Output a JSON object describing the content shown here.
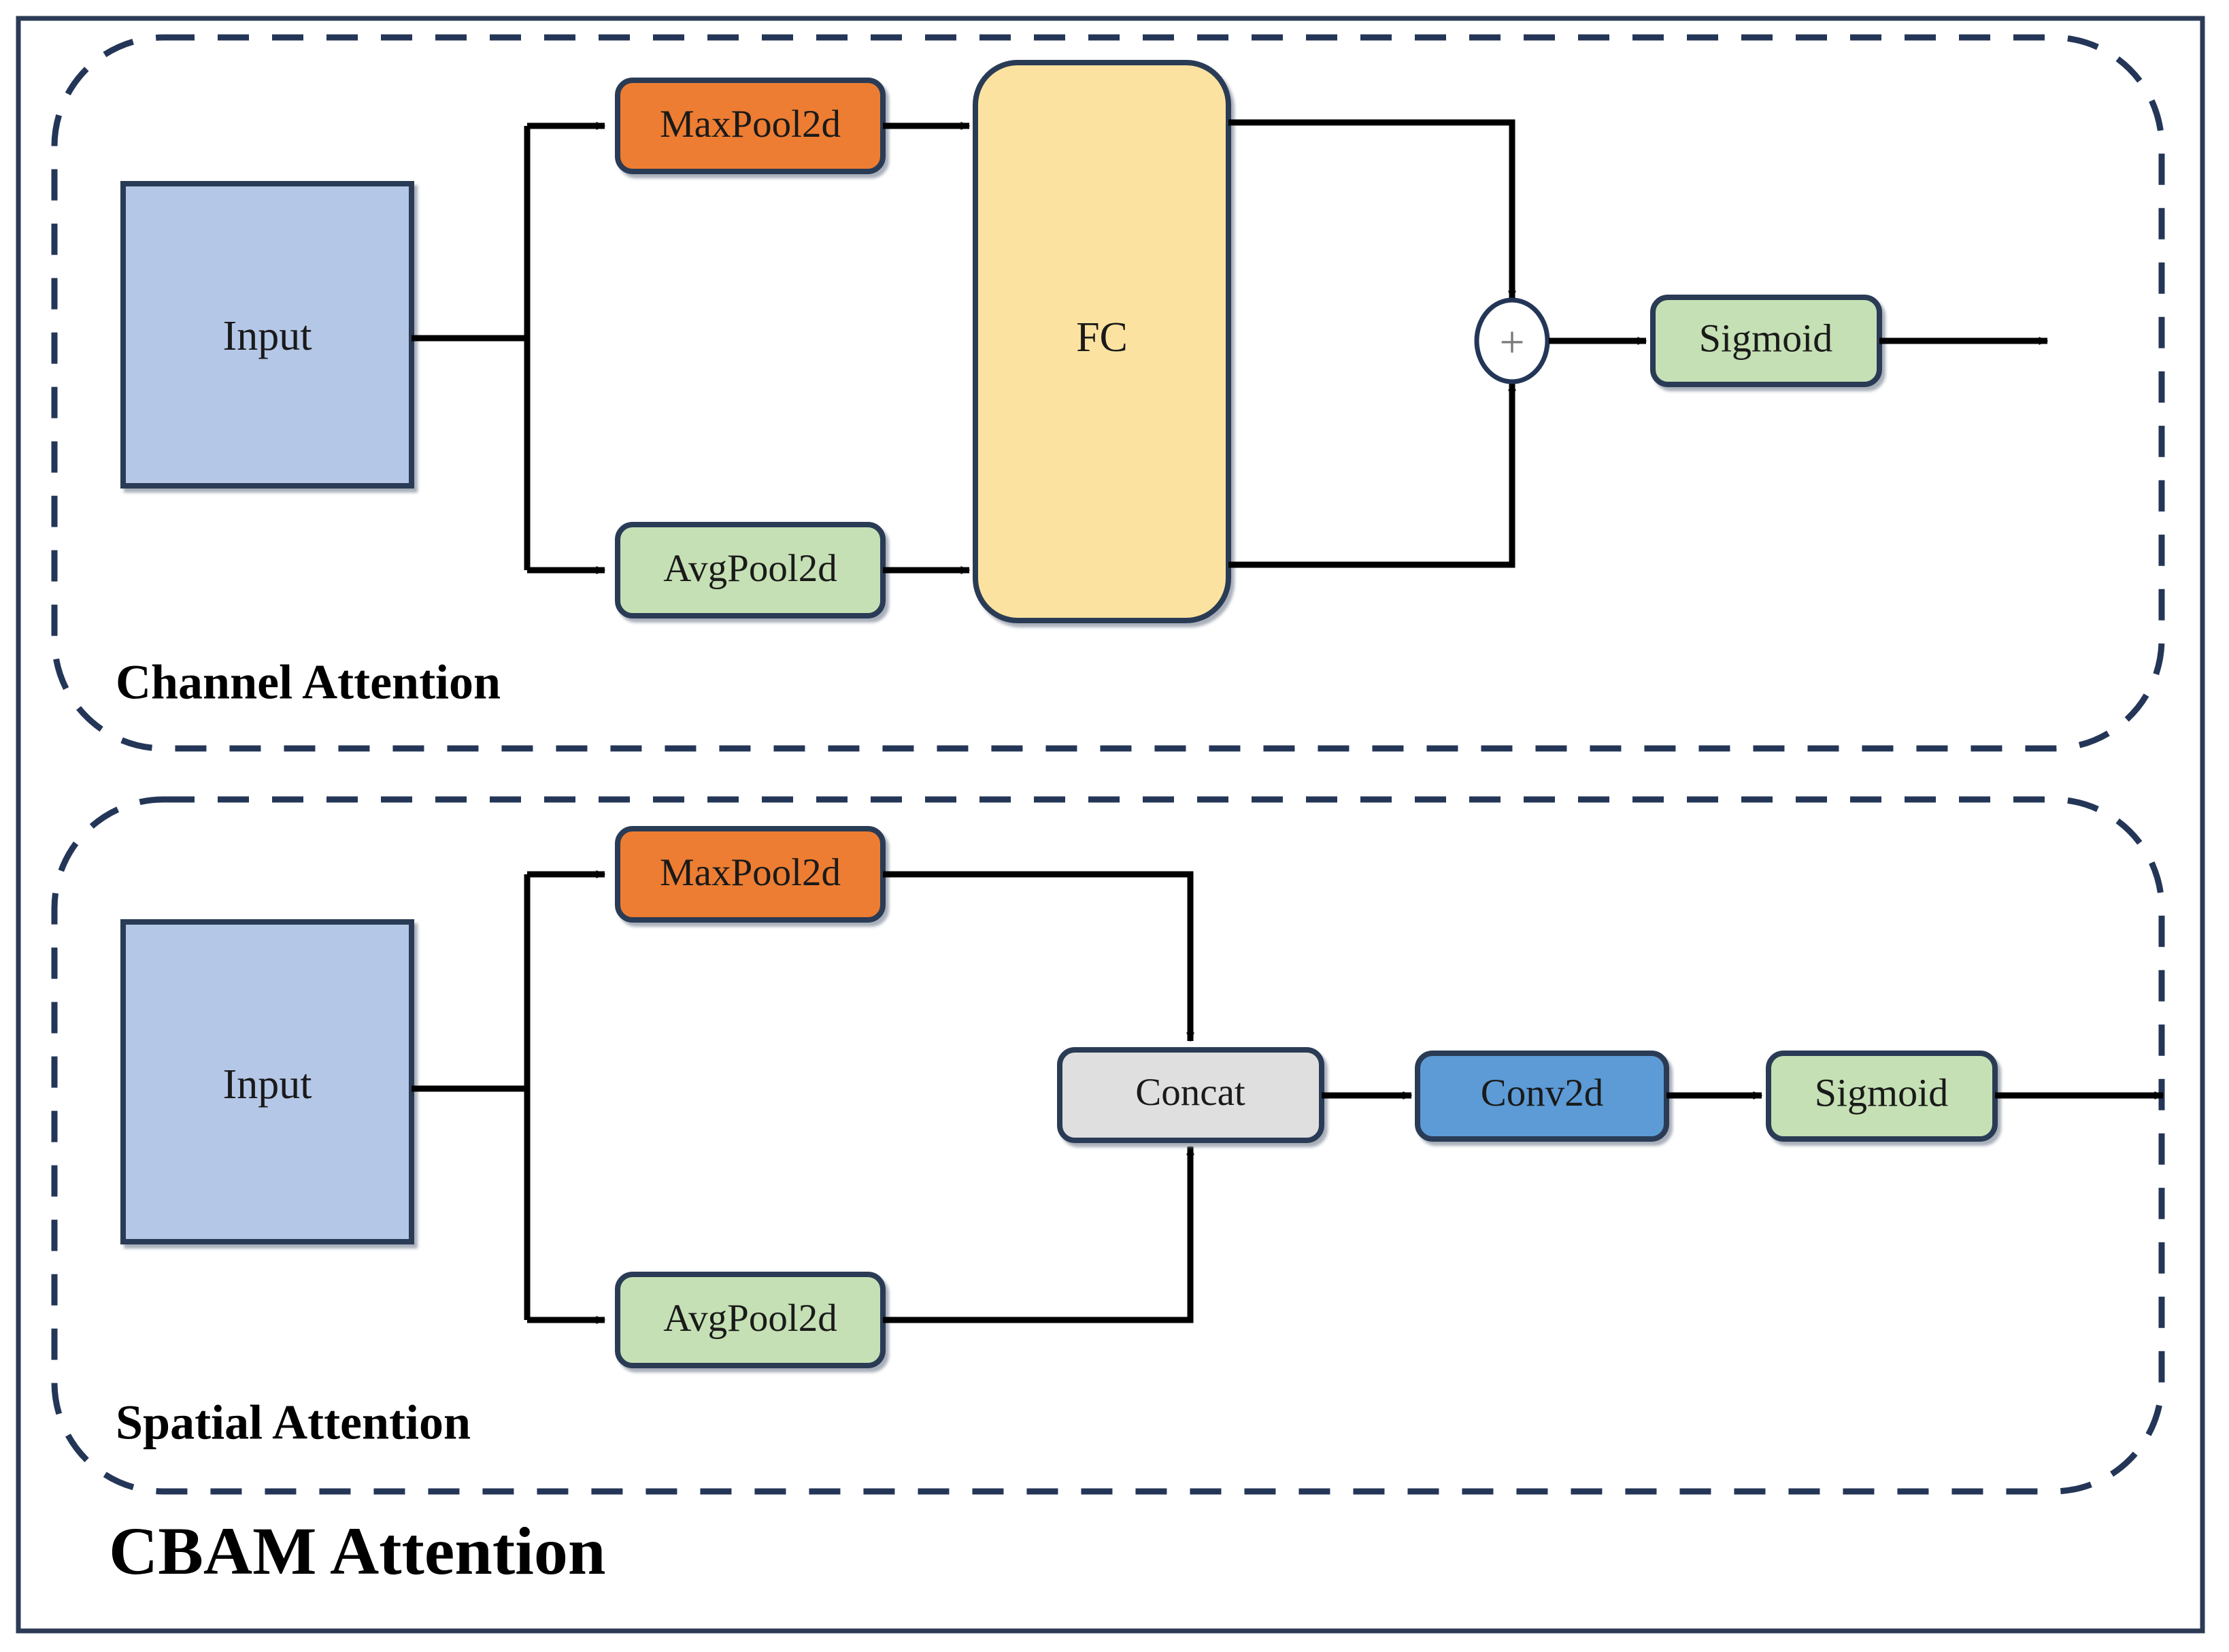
{
  "figure": {
    "title": "CBAM Attention",
    "outer_border_color": "#2b3a55",
    "dashed_border_color": "#243657",
    "edge_color": "#000000",
    "node_border_color": "#2b3a55",
    "background": "#ffffff"
  },
  "palette": {
    "input_blue": "#B4C7E7",
    "maxpool_orange": "#ED7D31",
    "avgpool_green": "#C5E0B4",
    "sigmoid_green": "#C5E0B4",
    "fc_yellow": "#FBE2A0",
    "concat_gray": "#DFDFDF",
    "conv_blue": "#5B9BD5",
    "plus_gray": "#7a7a7a"
  },
  "groups": [
    {
      "id": "channel-attention",
      "label": "Channel Attention",
      "nodes": [
        {
          "id": "ca-input",
          "label": "Input",
          "shape": "rect",
          "fill": "#B4C7E7"
        },
        {
          "id": "ca-maxpool",
          "label": "MaxPool2d",
          "shape": "rounded",
          "fill": "#ED7D31"
        },
        {
          "id": "ca-avgpool",
          "label": "AvgPool2d",
          "shape": "rounded",
          "fill": "#C5E0B4"
        },
        {
          "id": "ca-fc",
          "label": "FC",
          "shape": "rounded",
          "fill": "#FBE2A0"
        },
        {
          "id": "ca-sum",
          "label": "+",
          "shape": "ellipse",
          "fill": "#ffffff"
        },
        {
          "id": "ca-sigmoid",
          "label": "Sigmoid",
          "shape": "rounded",
          "fill": "#C5E0B4"
        }
      ],
      "edges": [
        {
          "from": "ca-input",
          "to": "ca-maxpool"
        },
        {
          "from": "ca-input",
          "to": "ca-avgpool"
        },
        {
          "from": "ca-maxpool",
          "to": "ca-fc"
        },
        {
          "from": "ca-avgpool",
          "to": "ca-fc"
        },
        {
          "from": "ca-fc",
          "to": "ca-sum"
        },
        {
          "from": "ca-sum",
          "to": "ca-sigmoid"
        },
        {
          "from": "ca-sigmoid",
          "to": "output"
        }
      ]
    },
    {
      "id": "spatial-attention",
      "label": "Spatial Attention",
      "nodes": [
        {
          "id": "sa-input",
          "label": "Input",
          "shape": "rect",
          "fill": "#B4C7E7"
        },
        {
          "id": "sa-maxpool",
          "label": "MaxPool2d",
          "shape": "rounded",
          "fill": "#ED7D31"
        },
        {
          "id": "sa-avgpool",
          "label": "AvgPool2d",
          "shape": "rounded",
          "fill": "#C5E0B4"
        },
        {
          "id": "sa-concat",
          "label": "Concat",
          "shape": "rounded",
          "fill": "#DFDFDF"
        },
        {
          "id": "sa-conv",
          "label": "Conv2d",
          "shape": "rounded",
          "fill": "#5B9BD5"
        },
        {
          "id": "sa-sigmoid",
          "label": "Sigmoid",
          "shape": "rounded",
          "fill": "#C5E0B4"
        }
      ],
      "edges": [
        {
          "from": "sa-input",
          "to": "sa-maxpool"
        },
        {
          "from": "sa-input",
          "to": "sa-avgpool"
        },
        {
          "from": "sa-maxpool",
          "to": "sa-concat"
        },
        {
          "from": "sa-avgpool",
          "to": "sa-concat"
        },
        {
          "from": "sa-concat",
          "to": "sa-conv"
        },
        {
          "from": "sa-conv",
          "to": "sa-sigmoid"
        },
        {
          "from": "sa-sigmoid",
          "to": "output"
        }
      ]
    }
  ],
  "labels": {
    "channel_attention": "Channel Attention",
    "spatial_attention": "Spatial Attention",
    "cbam_attention": "CBAM Attention",
    "input": "Input",
    "maxpool": "MaxPool2d",
    "avgpool": "AvgPool2d",
    "fc": "FC",
    "plus": "+",
    "sigmoid": "Sigmoid",
    "concat": "Concat",
    "conv2d": "Conv2d"
  }
}
